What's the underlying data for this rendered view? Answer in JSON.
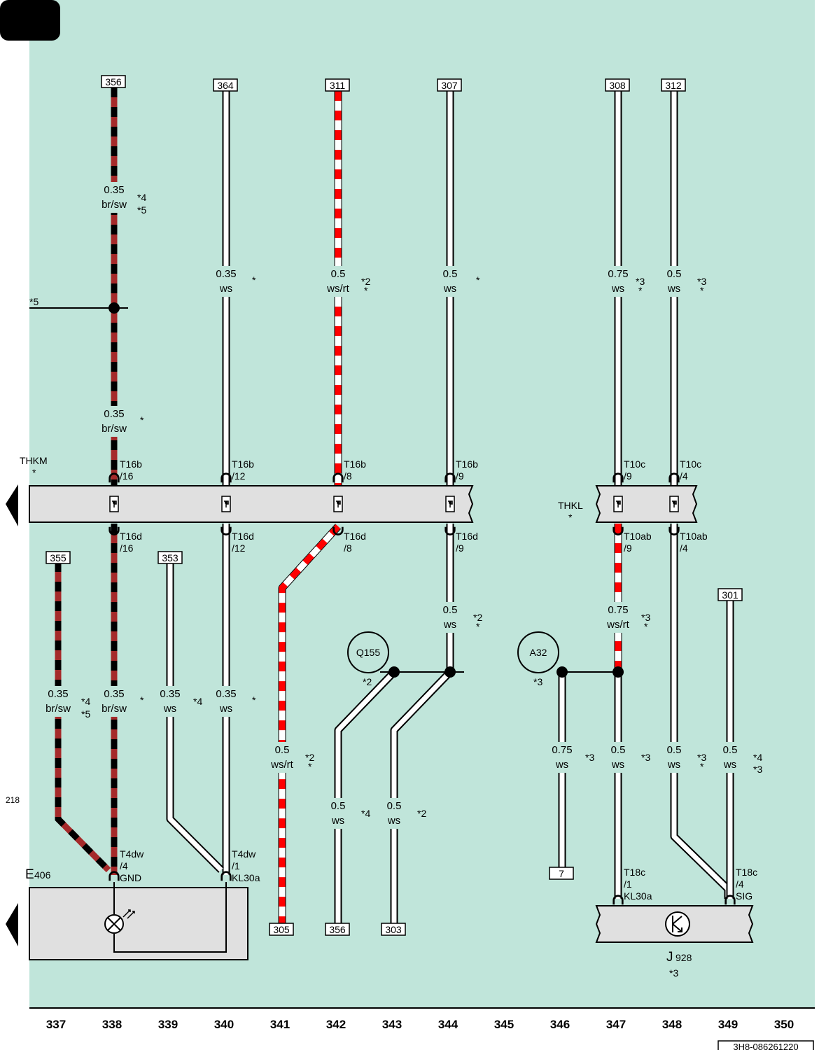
{
  "colors": {
    "background": "#c0e5da",
    "page": "#ffffff",
    "brown": "#a52a2a",
    "black": "#000000",
    "red": "#ff0000",
    "white": "#ffffff",
    "connector_fill": "#e0e0e0"
  },
  "side_ref": {
    "number": "218",
    "mark": "*5"
  },
  "stubs": {
    "s356a": "356",
    "s364": "364",
    "s311": "311",
    "s307": "307",
    "s308": "308",
    "s312": "312",
    "s355": "355",
    "s353": "353",
    "s301": "301",
    "s305": "305",
    "s356b": "356",
    "s303": "303",
    "s7": "7"
  },
  "wire_labels": {
    "w338a": {
      "size": "0.35",
      "color": "br/sw",
      "note1": "*4",
      "note2": "*5"
    },
    "w338b": {
      "size": "0.35",
      "color": "br/sw",
      "note1": "*"
    },
    "w340a": {
      "size": "0.35",
      "color": "ws",
      "note1": "*"
    },
    "w342a": {
      "size": "0.5",
      "color": "ws/rt",
      "note1": "*2",
      "note2": "*"
    },
    "w344a": {
      "size": "0.5",
      "color": "ws",
      "note1": "*"
    },
    "w347a": {
      "size": "0.75",
      "color": "ws",
      "note1": "*3",
      "note2": "*"
    },
    "w348a": {
      "size": "0.5",
      "color": "ws",
      "note1": "*3",
      "note2": "*"
    },
    "w344b": {
      "size": "0.5",
      "color": "ws",
      "note1": "*2",
      "note2": "*"
    },
    "w347b": {
      "size": "0.75",
      "color": "ws/rt",
      "note1": "*3",
      "note2": "*"
    },
    "w337": {
      "size": "0.35",
      "color": "br/sw",
      "note1": "*4",
      "note2": "*5"
    },
    "w338c": {
      "size": "0.35",
      "color": "br/sw",
      "note1": "*"
    },
    "w339": {
      "size": "0.35",
      "color": "ws",
      "note1": "*4"
    },
    "w340b": {
      "size": "0.35",
      "color": "ws",
      "note1": "*"
    },
    "w341": {
      "size": "0.5",
      "color": "ws/rt",
      "note1": "*2",
      "note2": "*"
    },
    "w342b": {
      "size": "0.5",
      "color": "ws",
      "note1": "*4"
    },
    "w343": {
      "size": "0.5",
      "color": "ws",
      "note1": "*2"
    },
    "w346": {
      "size": "0.75",
      "color": "ws",
      "note1": "*3"
    },
    "w347c": {
      "size": "0.5",
      "color": "ws",
      "note1": "*3"
    },
    "w348b": {
      "size": "0.5",
      "color": "ws",
      "note1": "*3",
      "note2": "*"
    },
    "w349": {
      "size": "0.5",
      "color": "ws",
      "note1": "*4",
      "note2": "*3"
    }
  },
  "pins": {
    "p338t": {
      "connector": "T16b",
      "pin": "/16"
    },
    "p340t": {
      "connector": "T16b",
      "pin": "/12"
    },
    "p342t": {
      "connector": "T16b",
      "pin": "/8"
    },
    "p344t": {
      "connector": "T16b",
      "pin": "/9"
    },
    "p347t": {
      "connector": "T10c",
      "pin": "/9"
    },
    "p348t": {
      "connector": "T10c",
      "pin": "/4"
    },
    "p338b": {
      "connector": "T16d",
      "pin": "/16"
    },
    "p340b": {
      "connector": "T16d",
      "pin": "/12"
    },
    "p342b": {
      "connector": "T16d",
      "pin": "/8"
    },
    "p344b": {
      "connector": "T16d",
      "pin": "/9"
    },
    "p347b": {
      "connector": "T10ab",
      "pin": "/9"
    },
    "p348b": {
      "connector": "T10ab",
      "pin": "/4"
    },
    "p338e": {
      "connector": "T4dw",
      "pin": "/4",
      "func": "GND"
    },
    "p340e": {
      "connector": "T4dw",
      "pin": "/1",
      "func": "KL30a"
    },
    "p347j": {
      "connector": "T18c",
      "pin": "/1",
      "func": "KL30a"
    },
    "p349j": {
      "connector": "T18c",
      "pin": "/4",
      "func": "SIG"
    }
  },
  "connectors": {
    "thkm": {
      "label": "THKM",
      "note": "*"
    },
    "thkl": {
      "label": "THKL",
      "note": "*"
    }
  },
  "components": {
    "q155": {
      "label": "Q155",
      "note": "*2"
    },
    "a32": {
      "label": "A32",
      "note": "*3"
    },
    "e406": {
      "letter": "E",
      "number": "406"
    },
    "j928": {
      "letter": "J",
      "number": "928",
      "note": "*3"
    }
  },
  "columns": [
    "337",
    "338",
    "339",
    "340",
    "341",
    "342",
    "343",
    "344",
    "345",
    "346",
    "347",
    "348",
    "349",
    "350"
  ],
  "doc_id": "3H8-086261220"
}
